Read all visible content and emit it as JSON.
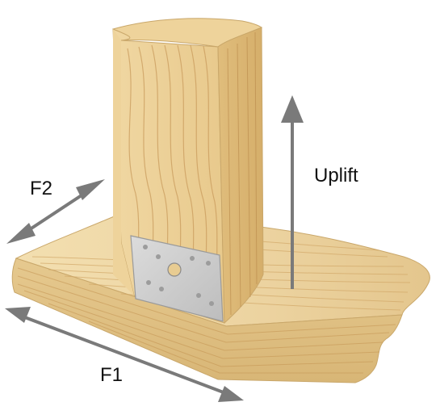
{
  "labels": {
    "uplift": "Uplift",
    "f1": "F1",
    "f2": "F2"
  },
  "colors": {
    "wood_light": "#f1dcaa",
    "wood_mid": "#e2c283",
    "wood_grain": "#c89a55",
    "plate": "#cfcfcf",
    "arrow": "#7a7a7a"
  }
}
